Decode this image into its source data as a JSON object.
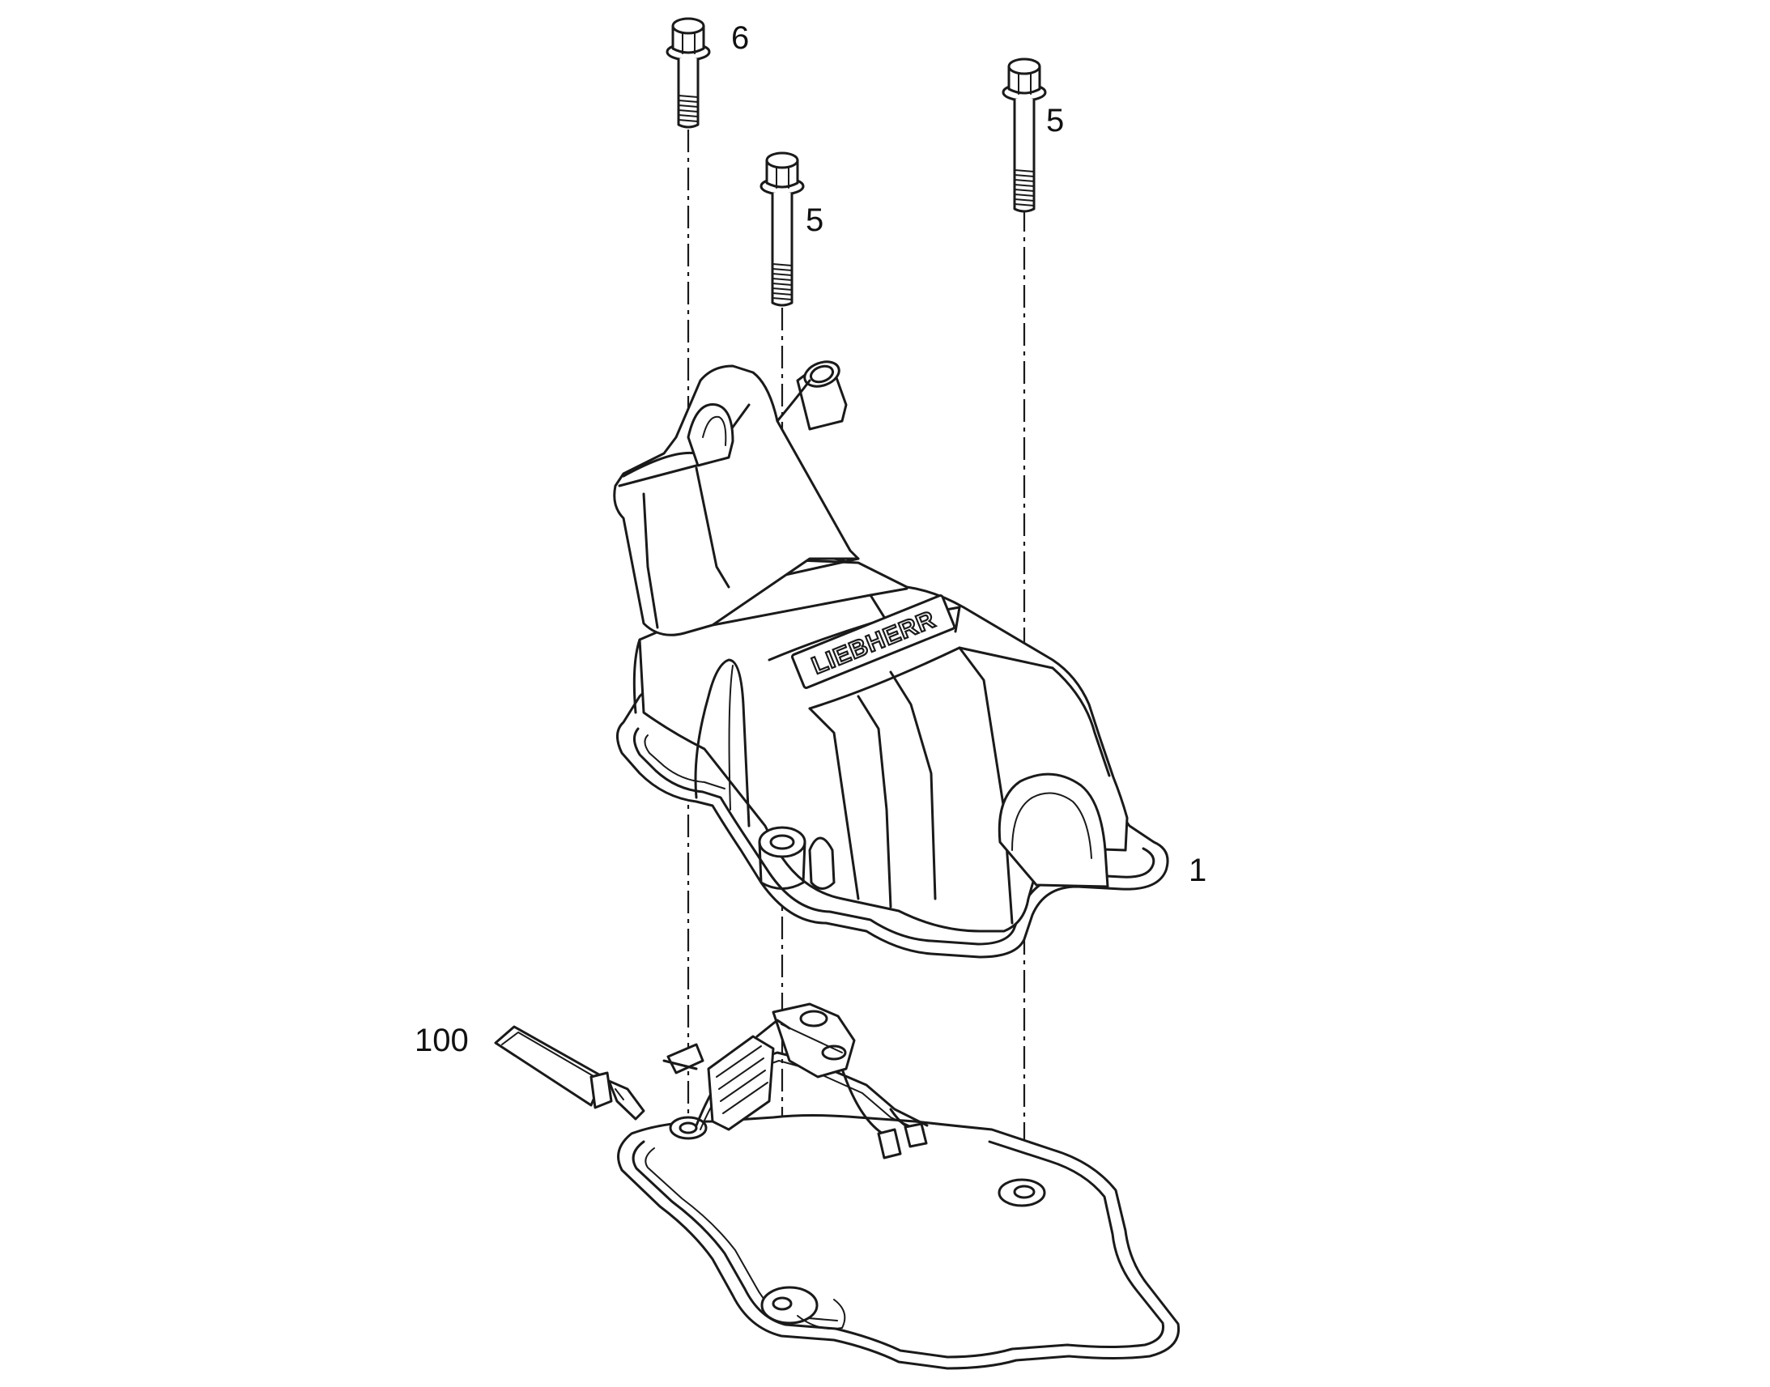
{
  "diagram": {
    "callouts": {
      "bolt_front": "6",
      "bolt_middle": "5",
      "bolt_right": "5",
      "cover": "1",
      "sealant": "100"
    },
    "brand_mark": "LIEBHERR"
  }
}
